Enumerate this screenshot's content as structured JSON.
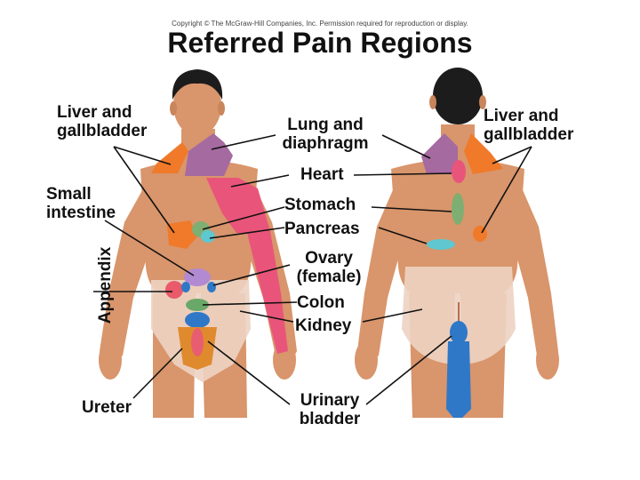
{
  "header": {
    "copyright": "Copyright © The McGraw-Hill Companies, Inc. Permission required for reproduction or display.",
    "title": "Referred Pain Regions"
  },
  "labels": {
    "liver_front_1": "Liver and",
    "liver_front_2": "gallbladder",
    "small_intestine_1": "Small",
    "small_intestine_2": "intestine",
    "appendix": "Appendix",
    "ureter": "Ureter",
    "lung_1": "Lung and",
    "lung_2": "diaphragm",
    "heart": "Heart",
    "stomach": "Stomach",
    "pancreas": "Pancreas",
    "ovary_1": "Ovary",
    "ovary_2": "(female)",
    "colon": "Colon",
    "kidney": "Kidney",
    "bladder_1": "Urinary",
    "bladder_2": "bladder",
    "liver_back_1": "Liver and",
    "liver_back_2": "gallbladder"
  },
  "colors": {
    "skin": "#d9956b",
    "skin_shade": "#b8704a",
    "hair": "#1c1c1c",
    "briefs": "#ecd3c3",
    "liver": "#f07a2a",
    "lung": "#a56aa0",
    "heart": "#e9557a",
    "stomach": "#7fae72",
    "pancreas": "#5fc7cf",
    "small_intestine": "#b28ad2",
    "appendix": "#e95a6a",
    "colon": "#6aa86a",
    "kidney": "#2f78c8",
    "ureter": "#e08a2e"
  }
}
